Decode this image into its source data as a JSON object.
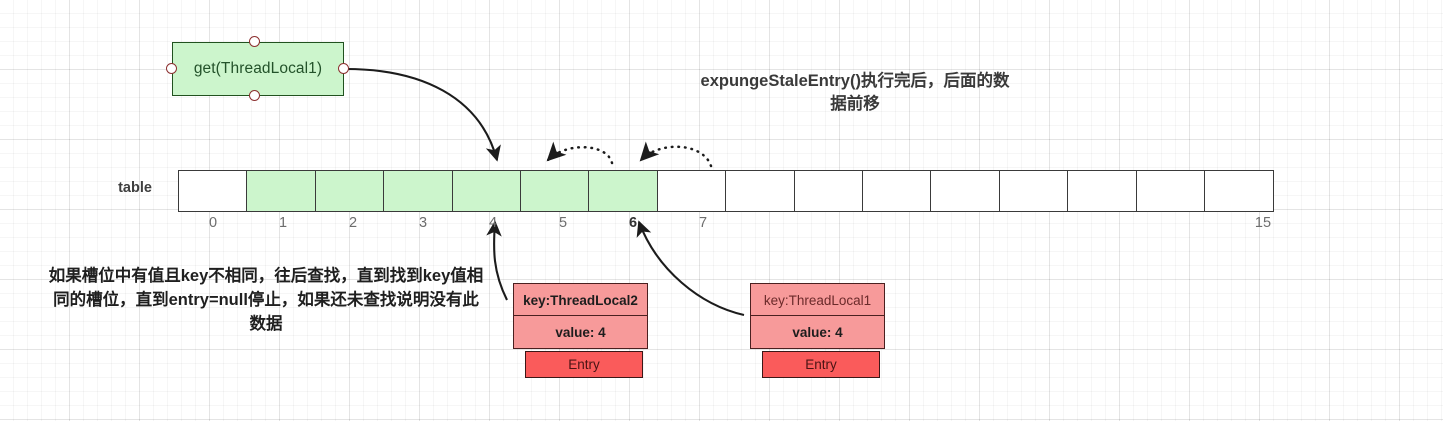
{
  "diagram": {
    "title_note": "expungeStaleEntry()执行完后，后面的数据前移",
    "bottom_note": "如果槽位中有值且key不相同，往后查找，直到找到key值相同的槽位，直到entry=null停止，如果还未查找说明没有此数据",
    "call_box": {
      "label": "get(ThreadLocal1)",
      "fill": "#ccf5cc",
      "border": "#21521f"
    },
    "table": {
      "label": "table",
      "cell_count": 16,
      "filled_indices": [
        1,
        2,
        3,
        4,
        5,
        6
      ],
      "fill_color": "#ccf5cc",
      "empty_color": "#ffffff",
      "indices": [
        {
          "value": "0",
          "bold": false
        },
        {
          "value": "1",
          "bold": false
        },
        {
          "value": "2",
          "bold": false
        },
        {
          "value": "3",
          "bold": false
        },
        {
          "value": "4",
          "bold": false
        },
        {
          "value": "5",
          "bold": false
        },
        {
          "value": "6",
          "bold": true
        },
        {
          "value": "7",
          "bold": false
        },
        {
          "value": "",
          "bold": false
        },
        {
          "value": "",
          "bold": false
        },
        {
          "value": "",
          "bold": false
        },
        {
          "value": "",
          "bold": false
        },
        {
          "value": "",
          "bold": false
        },
        {
          "value": "",
          "bold": false
        },
        {
          "value": "",
          "bold": false
        },
        {
          "value": "15",
          "bold": false
        }
      ]
    },
    "entries": [
      {
        "key": "key:ThreadLocal2",
        "value": "value: 4",
        "footer": "Entry",
        "key_bold": true,
        "points_to_index": 4
      },
      {
        "key": "key:ThreadLocal1",
        "value": "value: 4",
        "footer": "Entry",
        "key_bold": false,
        "points_to_index": 6
      }
    ],
    "shift_arrows": [
      {
        "from_index": 6,
        "to_index": 5,
        "style": "dotted"
      },
      {
        "from_index": 7,
        "to_index": 6,
        "style": "dotted"
      }
    ],
    "colors": {
      "entry_fill": "#f79a9a",
      "entry_footer_fill": "#fa5b5b",
      "cell_border": "#3a3a3a",
      "arrow": "#1c1c1c"
    }
  }
}
